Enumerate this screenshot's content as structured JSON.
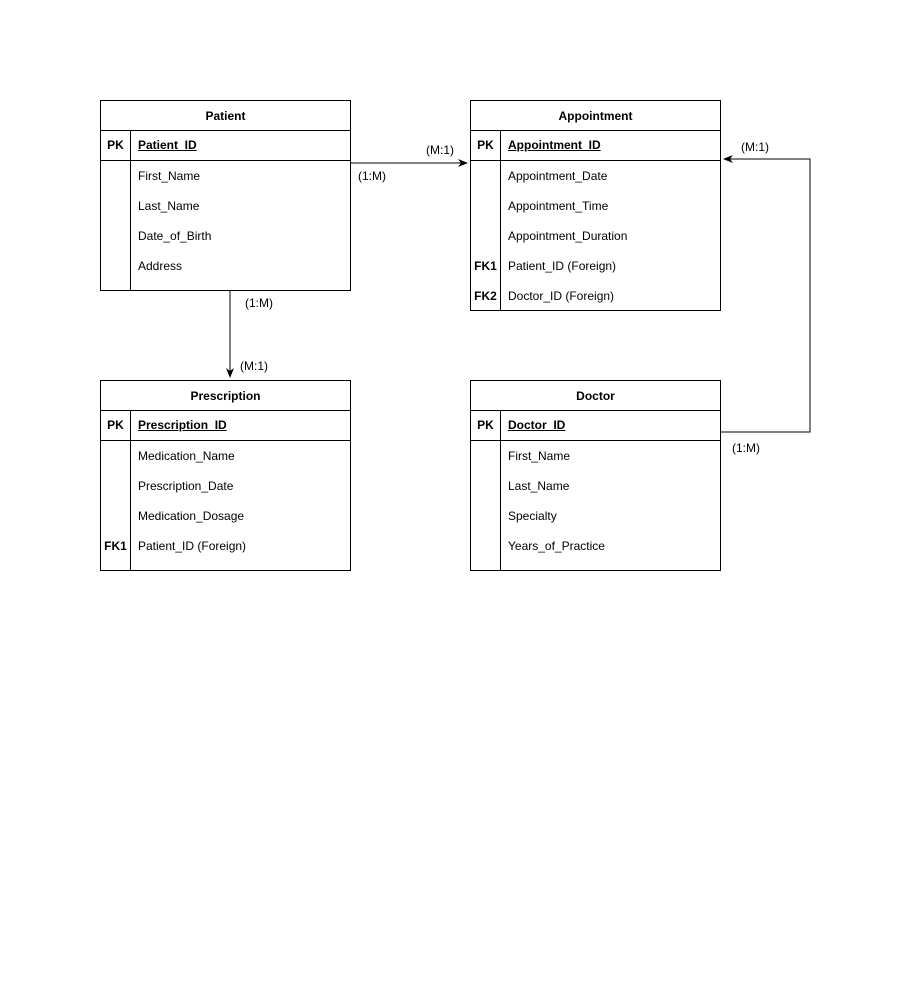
{
  "entities": {
    "patient": {
      "title": "Patient",
      "pk": {
        "key": "PK",
        "name": "Patient_ID"
      },
      "attributes": [
        {
          "key": "",
          "name": "First_Name"
        },
        {
          "key": "",
          "name": "Last_Name"
        },
        {
          "key": "",
          "name": "Date_of_Birth"
        },
        {
          "key": "",
          "name": "Address"
        }
      ]
    },
    "appointment": {
      "title": "Appointment",
      "pk": {
        "key": "PK",
        "name": "Appointment_ID"
      },
      "attributes": [
        {
          "key": "",
          "name": "Appointment_Date"
        },
        {
          "key": "",
          "name": "Appointment_Time"
        },
        {
          "key": "",
          "name": "Appointment_Duration"
        },
        {
          "key": "FK1",
          "name": "Patient_ID (Foreign)"
        },
        {
          "key": "FK2",
          "name": "Doctor_ID (Foreign)"
        }
      ]
    },
    "prescription": {
      "title": "Prescription",
      "pk": {
        "key": "PK",
        "name": "Prescription_ID"
      },
      "attributes": [
        {
          "key": "",
          "name": "Medication_Name"
        },
        {
          "key": "",
          "name": "Prescription_Date"
        },
        {
          "key": "",
          "name": "Medication_Dosage"
        },
        {
          "key": "FK1",
          "name": "Patient_ID (Foreign)"
        }
      ]
    },
    "doctor": {
      "title": "Doctor",
      "pk": {
        "key": "PK",
        "name": "Doctor_ID"
      },
      "attributes": [
        {
          "key": "",
          "name": "First_Name"
        },
        {
          "key": "",
          "name": "Last_Name"
        },
        {
          "key": "",
          "name": "Specialty"
        },
        {
          "key": "",
          "name": "Years_of_Practice"
        }
      ]
    }
  },
  "relationships": {
    "patient_appointment": {
      "from": "Patient",
      "to": "Appointment",
      "source_label": "(1:M)",
      "target_label": "(M:1)"
    },
    "patient_prescription": {
      "from": "Patient",
      "to": "Prescription",
      "source_label": "(1:M)",
      "target_label": "(M:1)"
    },
    "doctor_appointment": {
      "from": "Doctor",
      "to": "Appointment",
      "source_label": "(1:M)",
      "target_label": "(M:1)"
    }
  },
  "colors": {
    "line": "#000000",
    "background": "#ffffff"
  }
}
